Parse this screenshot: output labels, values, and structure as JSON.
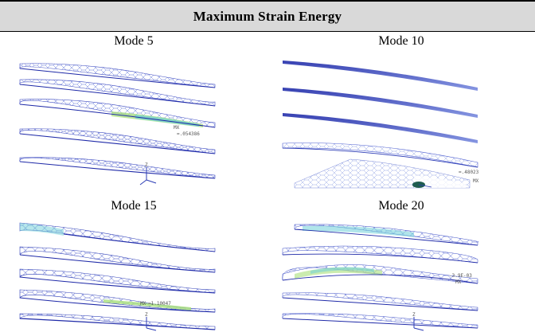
{
  "title": "Maximum Strain Energy",
  "panels": [
    {
      "label": "Mode 5",
      "mx_label": "MX",
      "value": "=.054386",
      "triad_label": "Z"
    },
    {
      "label": "Mode 10",
      "value": "=.48023",
      "mx_label": "MX"
    },
    {
      "label": "Mode 15",
      "mx_label": "MX",
      "value": "=1.10047",
      "triad_label": "Z"
    },
    {
      "label": "Mode 20",
      "value": "-3.9E-03",
      "mx_label": "MX",
      "triad_label": "Z"
    }
  ],
  "colors": {
    "mesh_dark": "#1f2aa8",
    "mesh_mid": "#5a6fd8",
    "mesh_light": "#9fb4f0",
    "hot_green": "#a8e07a",
    "hot_cyan": "#6fd0d8",
    "header_bg": "#d9d9d9"
  }
}
